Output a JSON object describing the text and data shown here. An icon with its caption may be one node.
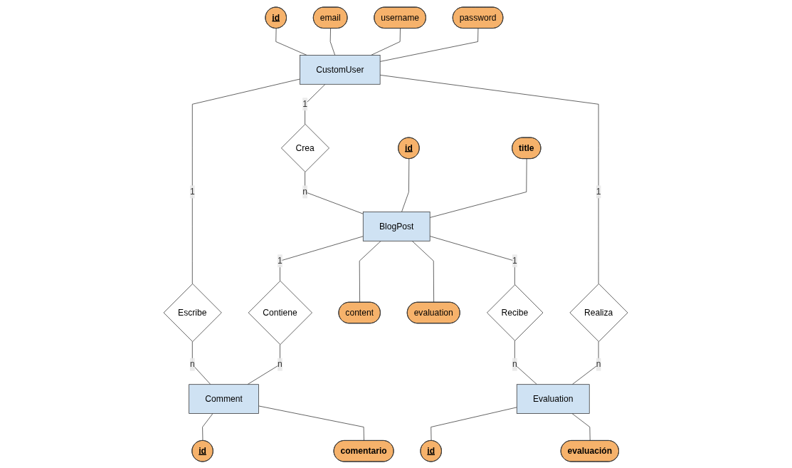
{
  "diagram": {
    "nodes": [
      {
        "text": [
          "id"
        ]
      },
      {
        "text": [
          "email"
        ]
      },
      {
        "text": [
          "username"
        ]
      },
      {
        "text": [
          "password"
        ]
      },
      {
        "text": [
          "CustomUser"
        ]
      },
      {
        "text": [
          "Escribe"
        ]
      },
      {
        "text": [
          "Crea"
        ]
      },
      {
        "text": [
          "Realiza"
        ]
      },
      {
        "text": [
          "id"
        ]
      },
      {
        "text": [
          "content"
        ]
      },
      {
        "text": [
          "BlogPost"
        ]
      },
      {
        "text": [
          "title"
        ]
      },
      {
        "text": [
          "evaluation"
        ]
      },
      {
        "text": [
          "Contiene"
        ]
      },
      {
        "text": [
          "Recibe"
        ]
      },
      {
        "text": [
          "Comment"
        ]
      },
      {
        "text": [
          "Evaluation"
        ]
      },
      {
        "text": [
          "id"
        ]
      },
      {
        "text": [
          "comentario"
        ]
      },
      {
        "text": [
          "id"
        ]
      },
      {
        "text": [
          "evaluación"
        ]
      }
    ],
    "edges": [
      {
        "from": 0,
        "to": 4,
        "arrow": "none"
      },
      {
        "from": 1,
        "to": 4,
        "arrow": "none"
      },
      {
        "from": 2,
        "to": 4,
        "arrow": "none"
      },
      {
        "from": 3,
        "to": 4,
        "arrow": "none"
      },
      {
        "from": 4,
        "to": 5,
        "arrow": "none",
        "label": "1"
      },
      {
        "from": 4,
        "to": 6,
        "arrow": "none",
        "label": "1"
      },
      {
        "from": 4,
        "to": 7,
        "arrow": "none",
        "label": "1"
      },
      {
        "from": 6,
        "to": 10,
        "arrow": "none",
        "label": "n"
      },
      {
        "from": 8,
        "to": 10,
        "arrow": "none"
      },
      {
        "from": 11,
        "to": 10,
        "arrow": "none"
      },
      {
        "from": 10,
        "to": 9,
        "arrow": "none"
      },
      {
        "from": 10,
        "to": 12,
        "arrow": "none"
      },
      {
        "from": 10,
        "to": 13,
        "arrow": "none",
        "label": "1"
      },
      {
        "from": 10,
        "to": 14,
        "arrow": "none",
        "label": "1"
      },
      {
        "from": 5,
        "to": 15,
        "arrow": "none",
        "label": "n"
      },
      {
        "from": 13,
        "to": 15,
        "arrow": "none",
        "label": "n"
      },
      {
        "from": 14,
        "to": 16,
        "arrow": "none",
        "label": "n"
      },
      {
        "from": 7,
        "to": 16,
        "arrow": "none",
        "label": "n"
      },
      {
        "from": 15,
        "to": 17,
        "arrow": "none"
      },
      {
        "from": 15,
        "to": 18,
        "arrow": "none"
      },
      {
        "from": 16,
        "to": 19,
        "arrow": "none"
      },
      {
        "from": 16,
        "to": 20,
        "arrow": "none"
      }
    ]
  }
}
